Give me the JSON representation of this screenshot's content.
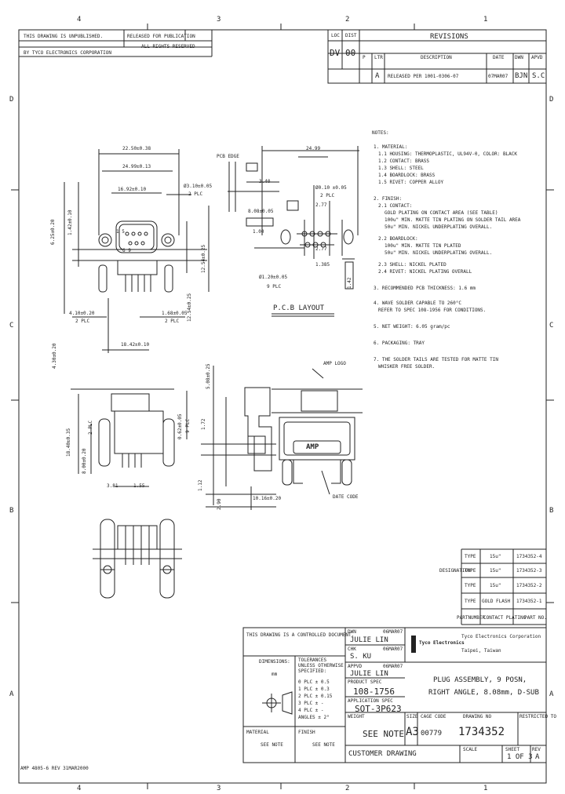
{
  "zone_letters": {
    "top": [
      "4",
      "3",
      "2",
      "1"
    ],
    "bottom": [
      "4",
      "3",
      "2",
      "1"
    ],
    "left": [
      "D",
      "C",
      "B",
      "A"
    ],
    "right": [
      "D",
      "C",
      "B",
      "A"
    ]
  },
  "header": {
    "notice_line1": "THIS DRAWING IS UNPUBLISHED.",
    "released": "RELEASED FOR PUBLICATION",
    "year1": "ALL RIGHTS RESERVED.",
    "copyright": "BY TYCO ELECTRONICS CORPORATION",
    "rights": "ALL RIGHTS RESERVED",
    "loc": "LOC",
    "dist": "DIST",
    "loc_value": "DV",
    "dist_value": "00"
  },
  "revisions": {
    "title": "REVISIONS",
    "col_p": "P",
    "col_ltr": "LTR",
    "col_desc": "DESCRIPTION",
    "col_date": "DATE",
    "col_dwn": "DWN",
    "col_apvd": "APVD",
    "row_ltr": "A",
    "row_desc": "RELEASED PER 1001-0306-07",
    "row_date": "07MAR07",
    "row_dwn": "BJN",
    "row_apvd": "S.C"
  },
  "notes": {
    "title": "NOTES:",
    "lines": [
      "1. MATERIAL:",
      "1.1 HOUSING: THERMOPLASTIC, UL94V-0, COLOR: BLACK",
      "1.2 CONTACT: BRASS",
      "1.3 SHELL: STEEL",
      "1.4 BOARDLOCK: BRASS",
      "1.5 RIVET: COPPER ALLOY",
      "2. FINISH:",
      "2.1 CONTACT:",
      "GOLD PLATING ON CONTACT AREA (SEE TABLE)",
      "100u\" MIN. MATTE TIN PLATING ON SOLDER TAIL AREA",
      "50u\" MIN. NICKEL UNDERPLATING OVERALL.",
      "2.2 BOARDLOCK:",
      "100u\" MIN. MATTE TIN PLATED",
      "50u\" MIN. NICKEL UNDERPLATING OVERALL.",
      "2.3 SHELL: NICKEL PLATED",
      "2.4 RIVET: NICKEL PLATING OVERALL",
      "3. RECOMMENDED PCB THICKNESS: 1.6 mm",
      "4. WAVE SOLDER CAPABLE TO 260°C",
      "REFER TO SPEC 108-1956 FOR CONDITIONS.",
      "5. NET WEIGHT: 6.05 gram/pc",
      "6. PACKAGING: TRAY",
      "7. THE SOLDER TAILS ARE TESTED FOR MATTE TIN",
      "WHISKER FREE SOLDER."
    ]
  },
  "dims": {
    "d1": "22.50±0.38",
    "d2": "24.99±0.13",
    "d3": "16.92±0.10",
    "d4": "Ø3.10±0.05",
    "d4b": "2 PLC",
    "d5": "1.42±0.10",
    "d6": "6.25±0.20",
    "d7": "12.54±0.25",
    "d8": "12.54±0.25",
    "d9": "4.10±0.20",
    "d9b": "2 PLC",
    "d10": "1.68±0.05",
    "d10b": "2 PLC",
    "d11": "18.42±0.10",
    "d12": "4.30±0.20",
    "d13": "18.40±0.35",
    "d14": "8.00±0.20",
    "d14b": "2 PLC",
    "d15": "0.62±0.05",
    "d15b": "9 PLC",
    "d16": "5.08±0.25",
    "d17": "1.72",
    "d18": "3.81",
    "d19": "1.55",
    "d20": "1.12",
    "d21": "2.90",
    "d22": "10.16±0.20",
    "pcb_edge": "PCB EDGE",
    "p1": "24.99",
    "p2": "3.40",
    "p3": "1.00",
    "p4": "Ø0.10 ±0.05",
    "p4b": "2 PLC",
    "p5": "2.77",
    "p6": "8.08±0.05",
    "p7": "1.42",
    "p8": "Ø1.20±0.05",
    "p8b": "9 PLC",
    "p9": "1.385",
    "p10": "2.77",
    "pcb_layout": "P.C.B LAYOUT",
    "amp_logo": "AMP LOGO",
    "date_code": "DATE CODE",
    "amp_mark": "AMP",
    "pin_nums": "1  5",
    "row_marks": "6  9"
  },
  "table": {
    "col_type": "TYPE",
    "col_plating": "PLATING",
    "col_pn": "PART NO.",
    "rows": [
      {
        "type": "TYPE",
        "plating": "15u\"",
        "pn": "1734352-4"
      },
      {
        "type": "TYPE",
        "plating": "15u\"",
        "pn": "1734352-3"
      },
      {
        "type": "TYPE",
        "plating": "15u\"",
        "pn": "1734352-2"
      },
      {
        "type": "TYPE",
        "plating": "GOLD FLASH",
        "pn": "1734352-1"
      }
    ],
    "side_label": "DESIGNATION",
    "footer": [
      "PARTNUMBER",
      "CONTACT PLATING",
      "PART NO."
    ]
  },
  "title_block": {
    "controlled": "THIS DRAWING IS A CONTROLLED DOCUMENT.",
    "dimensions": "DIMENSIONS:",
    "tolerances": "TOLERANCES UNLESS OTHERWISE SPECIFIED:",
    "tol_rows": [
      "0 PLC  ± 0.5",
      "1 PLC  ± 0.3",
      "2 PLC  ± 0.15",
      "3 PLC  ± -",
      "4 PLC  ± -",
      "ANGLES  ± 2°"
    ],
    "mm": "mm",
    "material": "MATERIAL",
    "finish": "FINISH",
    "see_note_1": "SEE NOTE",
    "see_note_2": "SEE NOTE",
    "dwn": "DWN",
    "dwn_name": "JULIE LIN",
    "dwn_date": "06MAR07",
    "chk": "CHK",
    "chk_name": "S. KU",
    "chk_date": "06MAR07",
    "appvd": "APPVD",
    "appvd_name": "JULIE LIN",
    "appvd_date": "06MAR07",
    "prod_spec": "PRODUCT SPEC",
    "prod_spec_val": "108-1756",
    "app_spec": "APPLICATION SPEC",
    "app_spec_val": "SOT-3P623",
    "weight": "WEIGHT",
    "weight_val": "SEE NOTE",
    "company1": "Tyco Electronics Corporation",
    "company2": "Taipei, Taiwan",
    "logo": "Tyco Electronics",
    "product_line1": "PLUG ASSEMBLY, 9 POSN,",
    "product_line2": "RIGHT ANGLE, 8.08mm, D-SUB",
    "size": "SIZE",
    "size_val": "A3",
    "cage": "CAGE CODE",
    "cage_val": "00779",
    "drawing_no": "DRAWING NO",
    "drawing_no_val": "1734352",
    "rest_dist": "RESTRICTED TO",
    "customer_drawing": "CUSTOMER DRAWING",
    "scale": "SCALE",
    "scale_val": "",
    "sheet": "SHEET",
    "sheet_val": "1 OF 3",
    "rev": "REV",
    "rev_val": "A",
    "form": "AMP 4805-6 REV 31MAR2000"
  }
}
